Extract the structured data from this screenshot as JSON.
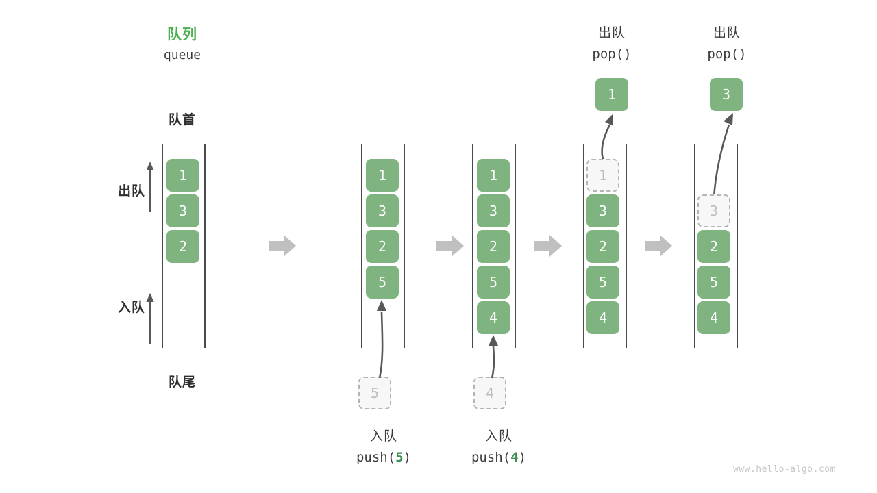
{
  "diagram": {
    "title_cn": "队列",
    "title_en": "queue",
    "front_label": "队首",
    "rear_label": "队尾",
    "dequeue_side_label": "出队",
    "enqueue_side_label": "入队",
    "watermark": "www.hello-algo.com",
    "accent_green": "#4caf50",
    "cell_green": "#7fb37f",
    "ghost_fill": "#f7f7f7",
    "ghost_border": "#b4b4b4",
    "rail_color": "#4a4a4a",
    "separator_color": "#c0c0c0",
    "arrow_color": "#585858"
  },
  "separators": {
    "s1": "▶",
    "s2": "▶",
    "s3": "▶",
    "s4": "▶"
  },
  "steps": [
    {
      "id": "initial",
      "op_cn": "",
      "op_code": "",
      "cells": [
        "1",
        "3",
        "2"
      ],
      "ghost_index": -1,
      "result": null,
      "incoming": null
    },
    {
      "id": "push5",
      "op_cn": "入队",
      "op_code_prefix": "push(",
      "op_code_num": "5",
      "op_code_suffix": ")",
      "cells": [
        "1",
        "3",
        "2",
        "5"
      ],
      "ghost_index": -1,
      "result": null,
      "incoming": "5"
    },
    {
      "id": "push4",
      "op_cn": "入队",
      "op_code_prefix": "push(",
      "op_code_num": "4",
      "op_code_suffix": ")",
      "cells": [
        "1",
        "3",
        "2",
        "5",
        "4"
      ],
      "ghost_index": -1,
      "result": null,
      "incoming": "4"
    },
    {
      "id": "pop1",
      "op_cn": "出队",
      "op_code_prefix": "pop(",
      "op_code_num": "",
      "op_code_suffix": ")",
      "cells": [
        "1",
        "3",
        "2",
        "5",
        "4"
      ],
      "ghost_index": 0,
      "result": "1",
      "incoming": null
    },
    {
      "id": "pop3",
      "op_cn": "出队",
      "op_code_prefix": "pop(",
      "op_code_num": "",
      "op_code_suffix": ")",
      "cells": [
        "3",
        "2",
        "5",
        "4"
      ],
      "ghost_index": 0,
      "result": "3",
      "incoming": null
    }
  ],
  "cell_values": {
    "c1_0": "1",
    "c1_1": "3",
    "c1_2": "2",
    "c2_0": "1",
    "c2_1": "3",
    "c2_2": "2",
    "c2_3": "5",
    "c3_0": "1",
    "c3_1": "3",
    "c3_2": "2",
    "c3_3": "5",
    "c3_4": "4",
    "c4_0": "1",
    "c4_1": "3",
    "c4_2": "2",
    "c4_3": "5",
    "c4_4": "4",
    "c5_0": "3",
    "c5_1": "2",
    "c5_2": "5",
    "c5_3": "4",
    "incoming2": "5",
    "incoming3": "4",
    "result4": "1",
    "result5": "3"
  },
  "op_labels": {
    "push5_cn": "入队",
    "push5_code_a": "push(",
    "push5_code_n": "5",
    "push5_code_b": ")",
    "push4_cn": "入队",
    "push4_code_a": "push(",
    "push4_code_n": "4",
    "push4_code_b": ")",
    "pop1_cn": "出队",
    "pop1_code": "pop()",
    "pop3_cn": "出队",
    "pop3_code": "pop()"
  }
}
